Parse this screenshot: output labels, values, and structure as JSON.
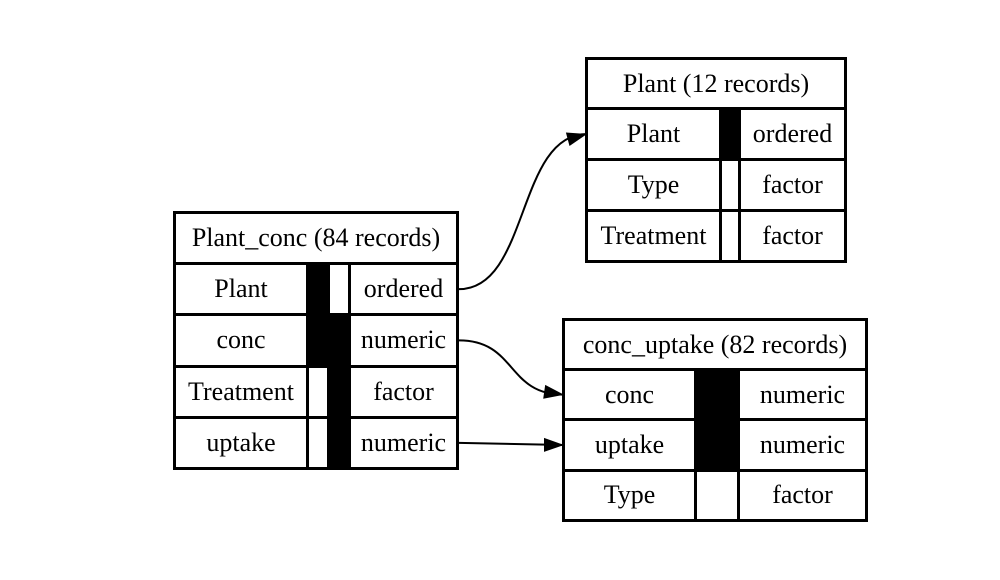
{
  "diagram": {
    "background_color": "#ffffff",
    "line_color": "#000000",
    "key_fill_color": "#000000",
    "tables": [
      {
        "id": "plant_conc",
        "title": "Plant_conc (84 records)",
        "record_count": 84,
        "rows": [
          {
            "name": "Plant",
            "type": "ordered",
            "keys": [
              true,
              false
            ]
          },
          {
            "name": "conc",
            "type": "numeric",
            "keys": [
              true,
              true
            ]
          },
          {
            "name": "Treatment",
            "type": "factor",
            "keys": [
              false,
              true
            ]
          },
          {
            "name": "uptake",
            "type": "numeric",
            "keys": [
              false,
              true
            ]
          }
        ]
      },
      {
        "id": "plant",
        "title": "Plant (12 records)",
        "record_count": 12,
        "rows": [
          {
            "name": "Plant",
            "type": "ordered",
            "keys": [
              true
            ]
          },
          {
            "name": "Type",
            "type": "factor",
            "keys": [
              false
            ]
          },
          {
            "name": "Treatment",
            "type": "factor",
            "keys": [
              false
            ]
          }
        ]
      },
      {
        "id": "conc_uptake",
        "title": "conc_uptake (82 records)",
        "record_count": 82,
        "rows": [
          {
            "name": "conc",
            "type": "numeric",
            "keys": [
              true
            ]
          },
          {
            "name": "uptake",
            "type": "numeric",
            "keys": [
              true
            ]
          },
          {
            "name": "Type",
            "type": "factor",
            "keys": [
              false
            ]
          }
        ]
      }
    ],
    "relationships": [
      {
        "from_table": "plant_conc",
        "from_row": "Plant",
        "to_table": "plant",
        "to_row": "Plant"
      },
      {
        "from_table": "plant_conc",
        "from_row": "conc",
        "to_table": "conc_uptake",
        "to_row": "conc"
      },
      {
        "from_table": "plant_conc",
        "from_row": "uptake",
        "to_table": "conc_uptake",
        "to_row": "uptake"
      }
    ]
  }
}
